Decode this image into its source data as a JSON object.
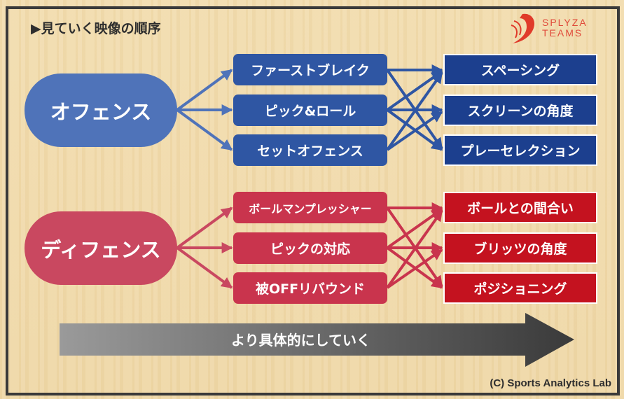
{
  "title": "▶見ていく映像の順序",
  "logo": {
    "line1": "SPLYZA",
    "line2": "TEAMS"
  },
  "offense": {
    "label": "オフェンス",
    "situations": [
      "ファーストブレイク",
      "ピック&ロール",
      "セットオフェンス"
    ],
    "focus": [
      "スペーシング",
      "スクリーンの角度",
      "プレーセレクション"
    ]
  },
  "defense": {
    "label": "ディフェンス",
    "situations": [
      "ボールマンプレッシャー",
      "ピックの対応",
      "被OFFリバウンド"
    ],
    "focus": [
      "ボールとの間合い",
      "ブリッツの角度",
      "ポジショニング"
    ]
  },
  "progress_arrow": "より具体的にしていく",
  "credit": "(C) Sports Analytics Lab",
  "colors": {
    "offense": "#4f73b9",
    "offense_mid": "#2f56a3",
    "offense_right": "#1c3f8e",
    "defense": "#c94860",
    "defense_mid": "#c9344d",
    "defense_right": "#c4121f"
  }
}
